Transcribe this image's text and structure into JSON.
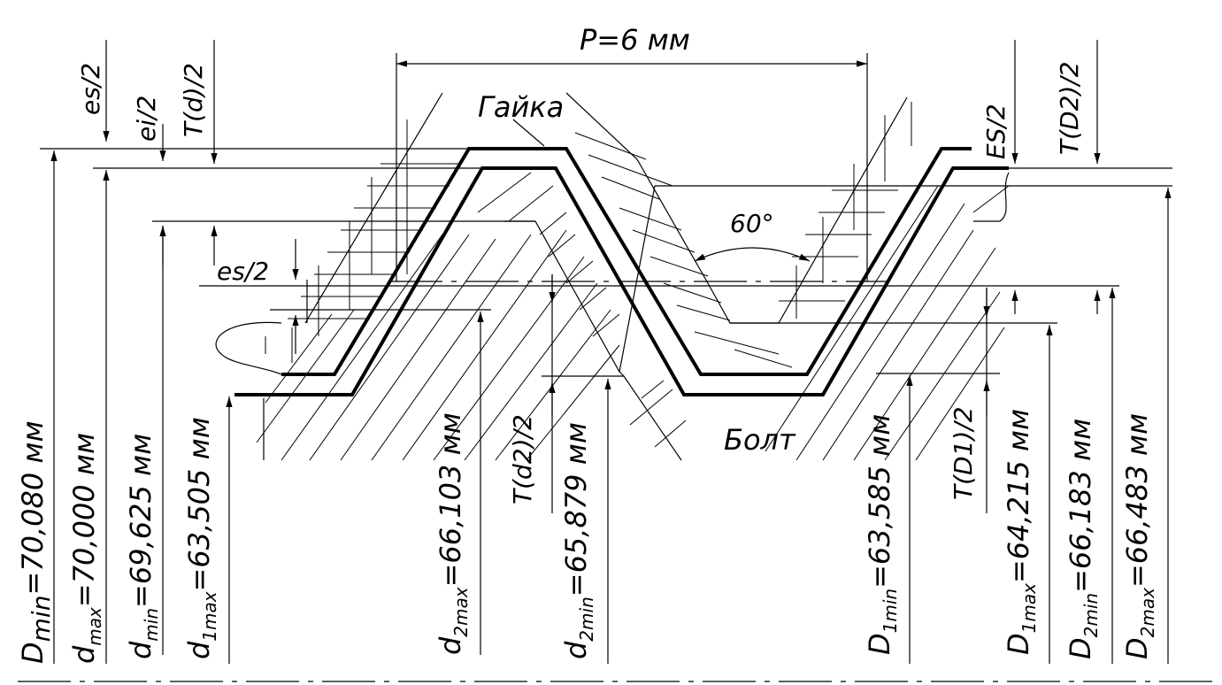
{
  "diagram": {
    "pitch_label": "P=6 мм",
    "angle_label": "60°",
    "nut_label": "Гайка",
    "bolt_label": "Болт",
    "tol_labels": {
      "es_top": "es/2",
      "ei": "ei/2",
      "td": "T(d)/2",
      "es_mid": "es/2",
      "ES": "ES/2",
      "TD2_top": "T(D2)/2",
      "Td2": "T(d2)/2",
      "TD1": "T(D1)/2"
    },
    "dimensions": [
      {
        "key": "Dmin",
        "sym": "D",
        "sub": "min",
        "value": "=70,080 мм"
      },
      {
        "key": "dmax",
        "sym": "d",
        "sub": "max",
        "value": "=70,000 мм"
      },
      {
        "key": "dmin",
        "sym": "d",
        "sub": "min",
        "value": "=69,625 мм"
      },
      {
        "key": "d1max",
        "sym": "d",
        "sub": "1max",
        "value": "=63,505 мм"
      },
      {
        "key": "d2max",
        "sym": "d",
        "sub": "2max",
        "value": "=66,103 мм"
      },
      {
        "key": "d2min",
        "sym": "d",
        "sub": "2min",
        "value": "=65,879 мм"
      },
      {
        "key": "D1min",
        "sym": "D",
        "sub": "1min",
        "value": "=63,585 мм"
      },
      {
        "key": "D1max",
        "sym": "D",
        "sub": "1max",
        "value": "=64,215 мм"
      },
      {
        "key": "D2min",
        "sym": "D",
        "sub": "2min",
        "value": "=66,183 мм"
      },
      {
        "key": "D2max",
        "sym": "D",
        "sub": "2max",
        "value": "=66,483 мм"
      }
    ]
  }
}
